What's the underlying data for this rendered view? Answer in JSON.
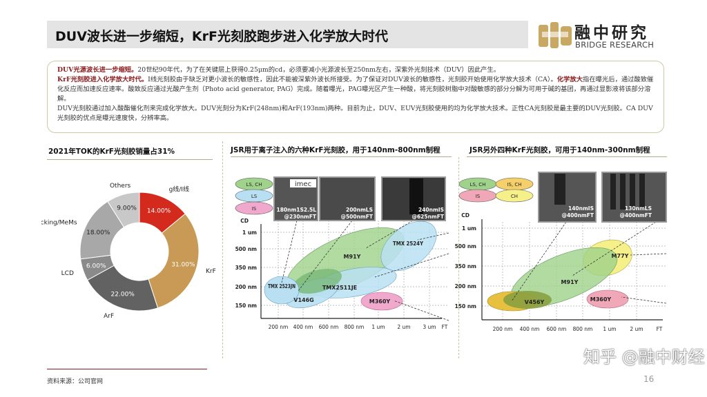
{
  "header": {
    "title": "DUV波长进一步缩短，KrF光刻胶跑步进入化学放大时代",
    "logo_cn": "融中研究",
    "logo_en": "BRIDGE RESEARCH"
  },
  "summary": {
    "p1_lead": "DUV光源波长进一步缩短。",
    "p1": "20世纪90年代，为了在关键层上获得0.25μm的cd，必须要减小光源波长至250nm左右，深紫外光刻技术（DUV）因此产生。",
    "p2_lead": "KrF光刻胶进入化学放大时代。",
    "p2a": "I线光刻胶由于缺乏对更小波长的敏感性，因此不能被深紫外波长所接受。为了保证对DUV波长的敏感性，光刻胶开始使用化学放大技术（CA）。",
    "p2_lead2": "化学放大",
    "p2b": "指在曝光后，通过酸致催化反应而加速反应速率。酸致反应通过光酸产生剂（Photo acid generator, PAG）完成。随着曝光，PAG曝光区产生一种酸，将光刻胶树脂中对酸敏感的部分分解为可用于碱的基团，再通过显影液将该部分溶解。",
    "p3": "DUV光刻胶通过加入酸酯催化剂来完成化学放大。DUV光刻分为KrF(248nm)和ArF(193nm)两种。目前为止，DUV、EUV光刻胶使用的均为化学放大技术。正性CA光刻胶是最主要的DUV光刻胶。CA DUV光刻胶的优点是曝光速度快，分辨率高。"
  },
  "chart_data": {
    "type": "pie",
    "title": "2021年TOK的KrF光刻胶销量占31%",
    "donut": true,
    "categories": [
      "g线/I线",
      "KrF",
      "ArF",
      "LCD",
      "Packing/MeMs",
      "Others"
    ],
    "values": [
      14,
      31,
      22,
      6,
      18,
      9
    ],
    "value_labels": [
      "14.00%",
      "31.00%",
      "22.00%",
      "6.00%",
      "18.00%",
      "9.00%"
    ],
    "colors": [
      "#d42a1e",
      "#c99a55",
      "#626262",
      "#8a8a8a",
      "#a8a8a8",
      "#c8c8c8"
    ]
  },
  "diagram1": {
    "title": "JSR用于离子注入的六种KrF光刻胶，用于140nm-800nm制程",
    "legend": [
      "LS, CH",
      "LS",
      "IS"
    ],
    "y_axis_label": "CD",
    "y_ticks": [
      "1 um",
      "500 nm",
      "350 nm",
      "200 nm",
      "150 nm"
    ],
    "x_axis_label": "FT",
    "x_ticks": [
      "200 nm",
      "400 nm",
      "600 nm",
      "800 nm",
      "1 um",
      "2 um",
      "3 um"
    ],
    "images": [
      {
        "logo": "imec",
        "caption1": "180nm1S2.5L",
        "caption2": "@230nmFT"
      },
      {
        "caption1": "200nmLS",
        "caption2": "@500nmFT"
      },
      {
        "caption1": "240nmIS",
        "caption2": "@625nmFT"
      }
    ],
    "products": [
      "TMX 2523JN",
      "V146G",
      "M91Y",
      "TMX 2524Y",
      "TMX2511JE",
      "M360Y"
    ]
  },
  "diagram2": {
    "title": "JSR另外四种KrF光刻胶，可用于140nm-300nm制程",
    "legend": [
      "LS, CH",
      "IS, CH",
      "IS",
      "CH"
    ],
    "y_axis_label": "CD",
    "y_ticks": [
      "1 um",
      "500 nm",
      "350 nm",
      "200 nm",
      "150 nm"
    ],
    "x_axis_label": "FT",
    "x_ticks": [
      "200 nm",
      "400 nm",
      "600 nm",
      "800 nm",
      "1 um",
      "2 um"
    ],
    "images": [
      {
        "caption1": "140nmIS",
        "caption2": "@400nmFT"
      },
      {
        "caption1": "130nmLS",
        "caption2": "@400nmFT"
      }
    ],
    "products": [
      "M77Y",
      "M91Y",
      "V456Y",
      "M360Y"
    ]
  },
  "footer": {
    "source": "资料来源：公司官网",
    "page": "16",
    "watermark": "知乎 @融中财经"
  }
}
